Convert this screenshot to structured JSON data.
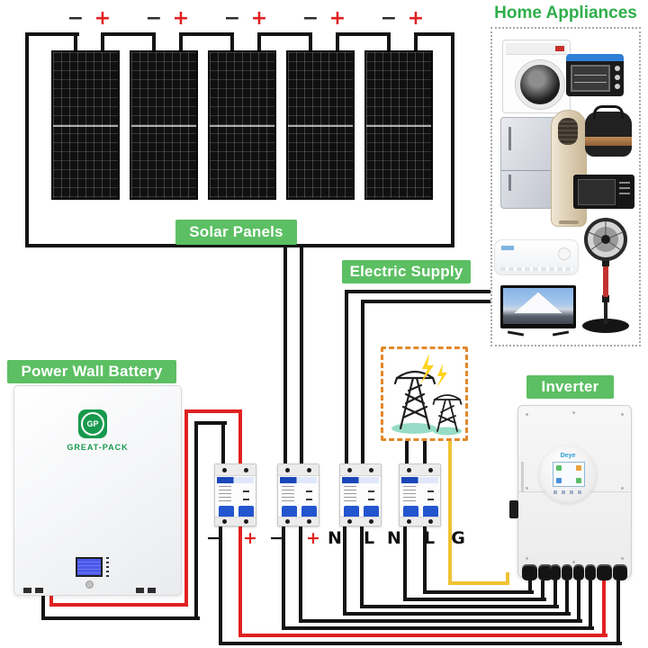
{
  "solar": {
    "badge": "Solar Panels",
    "panel_count": 5,
    "minus": "−",
    "plus": "+"
  },
  "battery": {
    "badge": "Power Wall Battery",
    "logo_initials": "GP",
    "brand": "GREAT-PACK"
  },
  "supply": {
    "badge": "Electric Supply"
  },
  "inverter": {
    "badge": "Inverter",
    "brand": "Deye"
  },
  "appliances": {
    "title": "Home Appliances",
    "items": [
      "washing-machine",
      "toaster-oven",
      "refrigerator",
      "floor-standing-ac",
      "rice-cooker",
      "microwave-oven",
      "split-air-conditioner",
      "stand-fan",
      "television"
    ]
  },
  "breaker_labels": [
    "−",
    "+",
    "−",
    "+",
    "N",
    "L",
    "N",
    "L",
    "G"
  ],
  "colors": {
    "badge_green": "#5cbf63",
    "title_green": "#2fae4a",
    "wire_black": "#141414",
    "wire_red": "#e02121",
    "wire_yellow": "#f0c233",
    "dashed_orange": "#e2882b",
    "tower_shadow_teal": "#96dcc6",
    "lightning_yellow": "#ffd21c",
    "breaker_blue": "#2355cf",
    "battery_logo_green": "#18994d",
    "inverter_brand_blue": "#2da0d8"
  }
}
